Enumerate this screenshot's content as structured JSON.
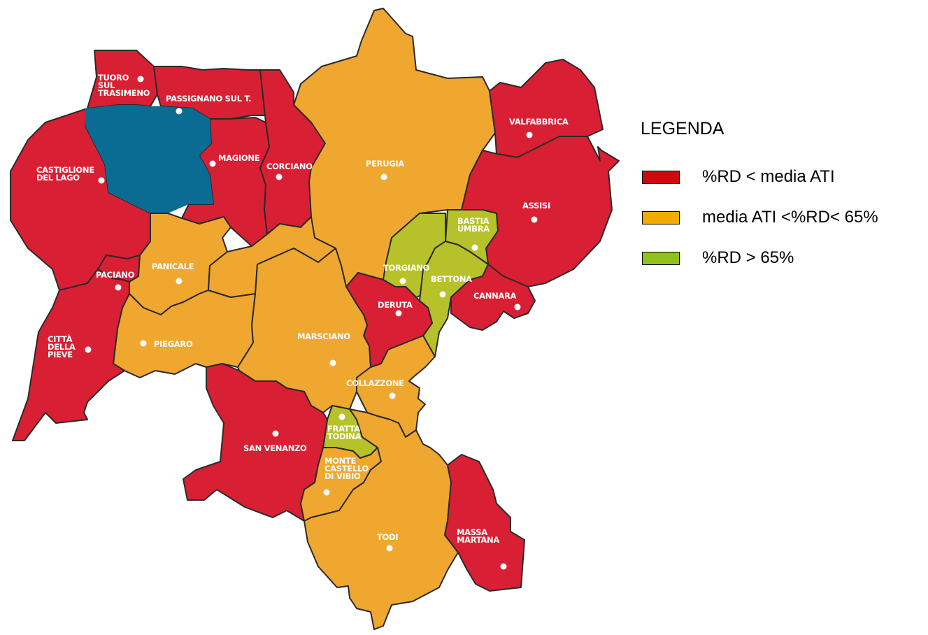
{
  "colors": {
    "below_average": "#d91f34",
    "between": "#efa730",
    "above_65": "#b7c22a",
    "lake": "#0a6b93",
    "border": "#2a2a2a",
    "label": "#ffffff"
  },
  "legend": {
    "title": "LEGENDA",
    "items": [
      {
        "label": "%RD < media ATI",
        "color": "#cc0a10"
      },
      {
        "label": "media ATI <%RD< 65%",
        "color": "#f2ac00"
      },
      {
        "label": "%RD > 65%",
        "color": "#8fc21e"
      }
    ]
  },
  "municipalities": [
    {
      "id": "tuoro",
      "lines": [
        "TUORO",
        "SUL",
        "TRASIMENO"
      ],
      "category": "below_average"
    },
    {
      "id": "passignano",
      "lines": [
        "PASSIGNANO SUL T."
      ],
      "category": "below_average"
    },
    {
      "id": "castiglione",
      "lines": [
        "CASTIGLIONE",
        "DEL LAGO"
      ],
      "category": "below_average"
    },
    {
      "id": "magione",
      "lines": [
        "MAGIONE"
      ],
      "category": "below_average"
    },
    {
      "id": "corciano",
      "lines": [
        "CORCIANO"
      ],
      "category": "below_average"
    },
    {
      "id": "perugia",
      "lines": [
        "PERUGIA"
      ],
      "category": "between"
    },
    {
      "id": "valfabbrica",
      "lines": [
        "VALFABBRICA"
      ],
      "category": "below_average"
    },
    {
      "id": "assisi",
      "lines": [
        "ASSISI"
      ],
      "category": "below_average"
    },
    {
      "id": "bastia",
      "lines": [
        "BASTIA",
        "UMBRA"
      ],
      "category": "above_65"
    },
    {
      "id": "torgiano",
      "lines": [
        "TORGIANO"
      ],
      "category": "above_65"
    },
    {
      "id": "bettona",
      "lines": [
        "BETTONA"
      ],
      "category": "above_65"
    },
    {
      "id": "cannara",
      "lines": [
        "CANNARA"
      ],
      "category": "below_average"
    },
    {
      "id": "paciano",
      "lines": [
        "PACIANO"
      ],
      "category": "below_average"
    },
    {
      "id": "panicale",
      "lines": [
        "PANICALE"
      ],
      "category": "between"
    },
    {
      "id": "deruta",
      "lines": [
        "DERUTA"
      ],
      "category": "below_average"
    },
    {
      "id": "marsciano",
      "lines": [
        "MARSCIANO"
      ],
      "category": "between"
    },
    {
      "id": "citta_pieve",
      "lines": [
        "CITTÀ",
        "DELLA",
        "PIEVE"
      ],
      "category": "below_average"
    },
    {
      "id": "piegaro",
      "lines": [
        "PIEGARO"
      ],
      "category": "between"
    },
    {
      "id": "collazzone",
      "lines": [
        "COLLAZZONE"
      ],
      "category": "between"
    },
    {
      "id": "fratta",
      "lines": [
        "FRATTA",
        "TODINA"
      ],
      "category": "above_65"
    },
    {
      "id": "san_venanzo",
      "lines": [
        "SAN VENANZO"
      ],
      "category": "below_average"
    },
    {
      "id": "monte_castello",
      "lines": [
        "MONTE",
        "CASTELLO",
        "DI VIBIO"
      ],
      "category": "between"
    },
    {
      "id": "todi",
      "lines": [
        "TODI"
      ],
      "category": "between"
    },
    {
      "id": "massa",
      "lines": [
        "MASSA",
        "MARTANA"
      ],
      "category": "below_average"
    }
  ]
}
